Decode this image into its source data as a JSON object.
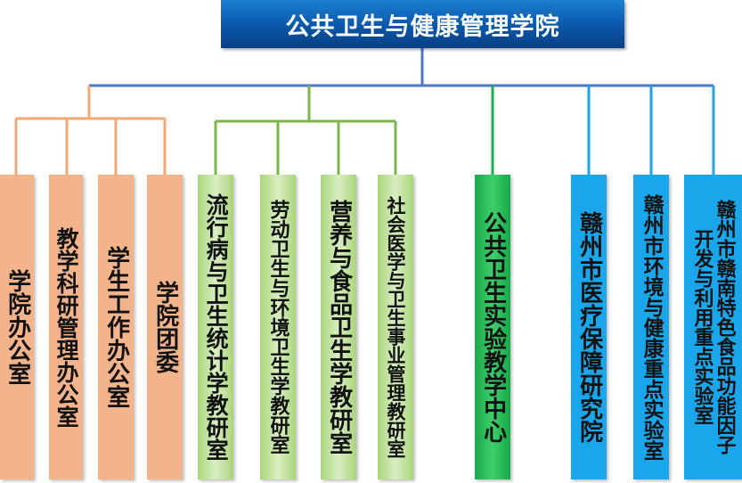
{
  "root": {
    "title": "公共卫生与健康管理学院"
  },
  "colors": {
    "root": "#0a57a8",
    "trunk_line": "#4a78c0",
    "orange": "#f3b48c",
    "orange_line": "#f0a878",
    "green": "#a9d57c",
    "green_line": "#7ab648",
    "dark_green": "#1cad4e",
    "blue": "#1aa6ea",
    "blue_line": "#1aa6ea"
  },
  "groups": [
    {
      "name": "orange",
      "items": [
        {
          "label": "学院办公室"
        },
        {
          "label": "教学科研管理办公室"
        },
        {
          "label": "学生工作办公室"
        },
        {
          "label": "学院团委"
        }
      ]
    },
    {
      "name": "green",
      "items": [
        {
          "label": "流行病与卫生统计学教研室"
        },
        {
          "label": "劳动卫生与环境卫生学教研室"
        },
        {
          "label": "营养与食品卫生学教研室"
        },
        {
          "label": "社会医学与卫生事业管理教研室"
        }
      ]
    },
    {
      "name": "dark-green",
      "items": [
        {
          "label": "公共卫生实验教学中心"
        }
      ]
    },
    {
      "name": "blue",
      "items": [
        {
          "label": "赣州市医疗保障研究院"
        },
        {
          "label": "赣州市环境与健康重点实验室"
        },
        {
          "label": "赣州市赣南特色食品功能因子开发与利用重点实验室",
          "lines": [
            "赣州市赣南特色食品功能因子",
            "开发与利用重点实验室"
          ]
        }
      ]
    }
  ]
}
